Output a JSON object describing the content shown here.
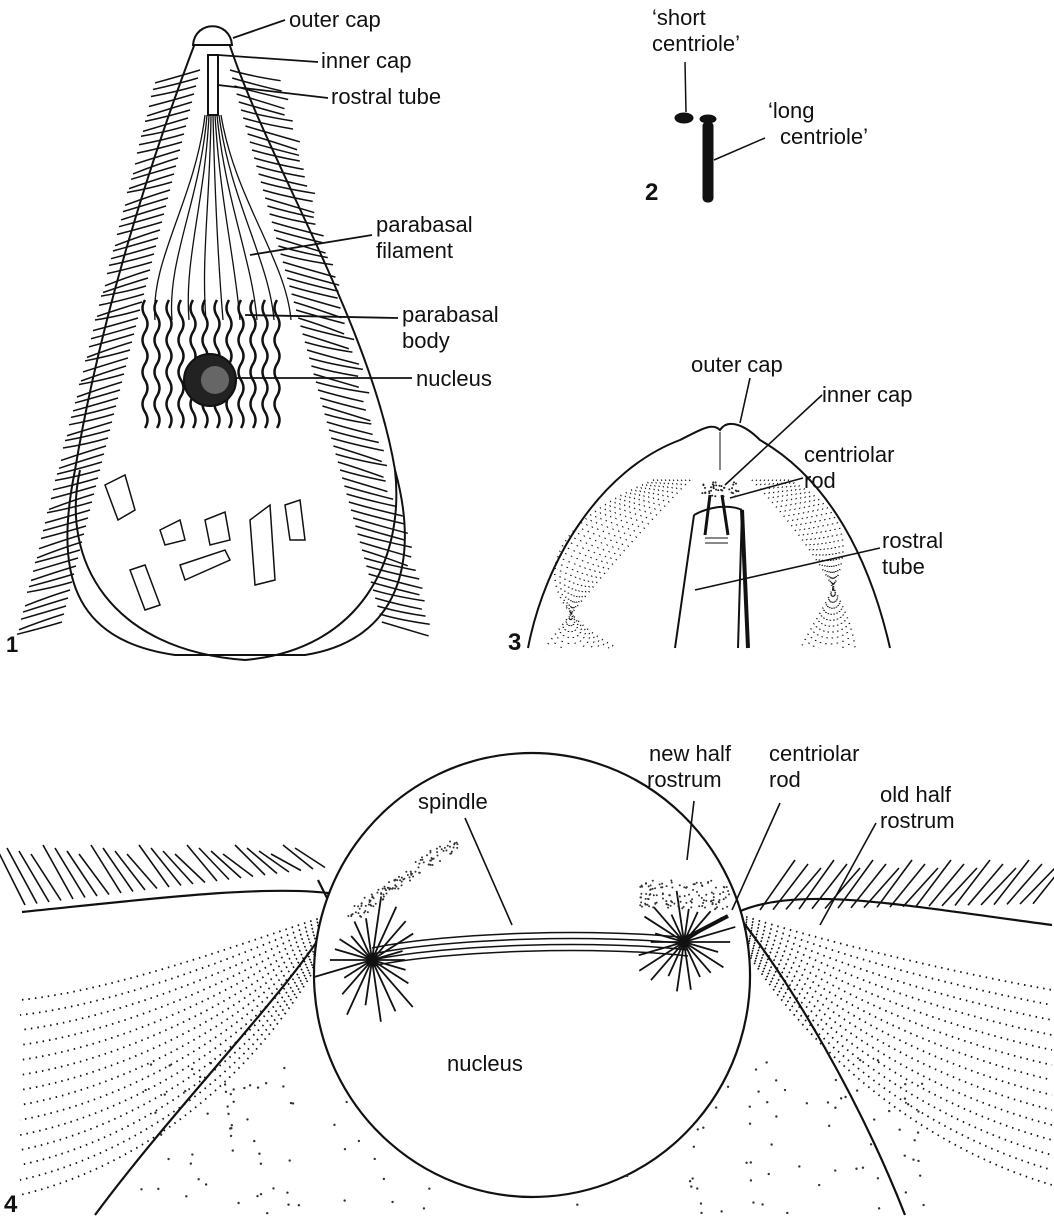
{
  "figure_numbers": {
    "fig1": "1",
    "fig2": "2",
    "fig3": "3",
    "fig4": "4"
  },
  "fig1": {
    "outer_cap": "outer cap",
    "inner_cap": "inner cap",
    "rostral_tube": "rostral tube",
    "parabasal_filament": [
      "parabasal",
      "filament"
    ],
    "parabasal_body": [
      "parabasal",
      "body"
    ],
    "nucleus": "nucleus"
  },
  "fig2": {
    "short_centriole": [
      "‘short",
      "centriole’"
    ],
    "long_centriole": [
      "‘long",
      "centriole’"
    ]
  },
  "fig3": {
    "outer_cap": "outer cap",
    "inner_cap": "inner cap",
    "centriolar_rod": [
      "centriolar",
      "rod"
    ],
    "rostral_tube": [
      "rostral",
      "tube"
    ]
  },
  "fig4": {
    "spindle": "spindle",
    "new_half_rostrum": [
      "new half",
      "rostrum"
    ],
    "centriolar_rod": [
      "centriolar",
      "rod"
    ],
    "old_half_rostrum": [
      "old half",
      "rostrum"
    ],
    "nucleus": "nucleus"
  }
}
